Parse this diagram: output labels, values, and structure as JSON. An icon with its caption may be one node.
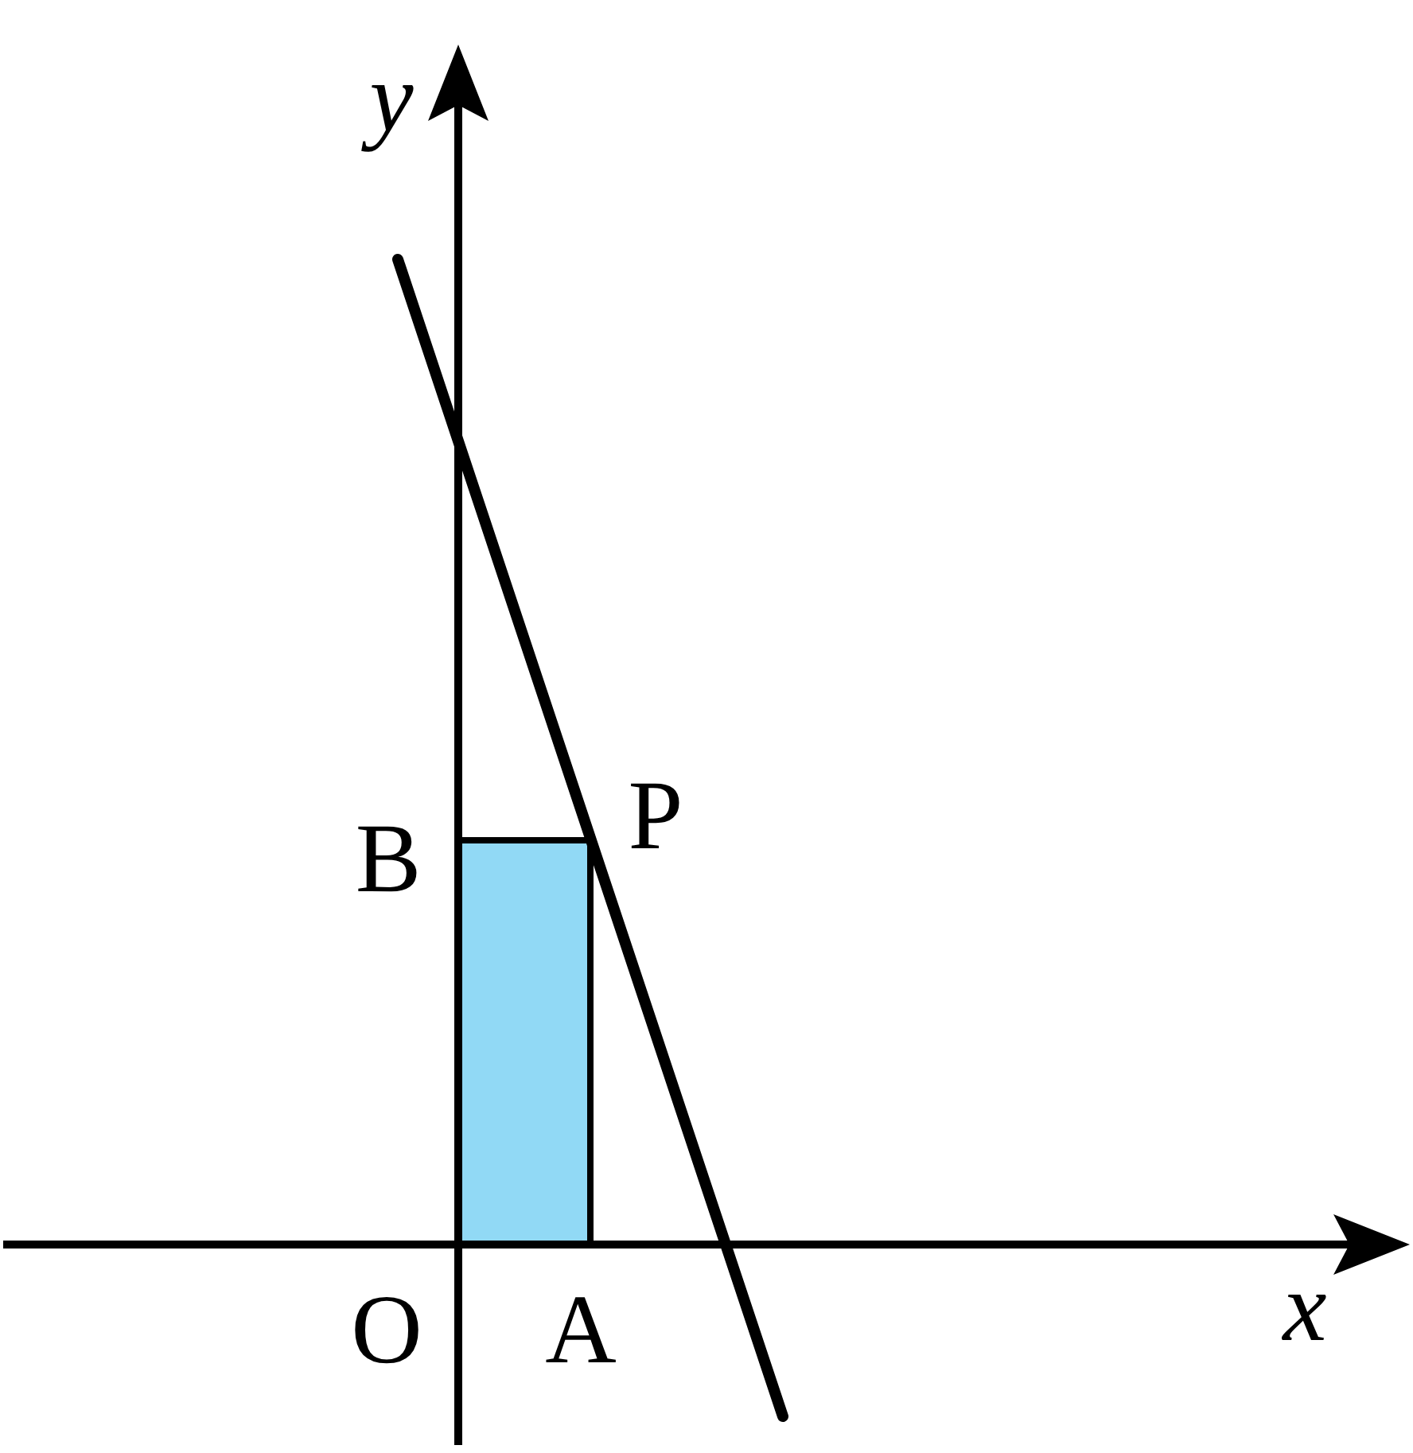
{
  "diagram": {
    "nodes": [
      {
        "text": [],
        "shape": "box"
      }
    ],
    "labels": [
      "y",
      "x",
      "O",
      "A",
      "B",
      "P"
    ]
  }
}
